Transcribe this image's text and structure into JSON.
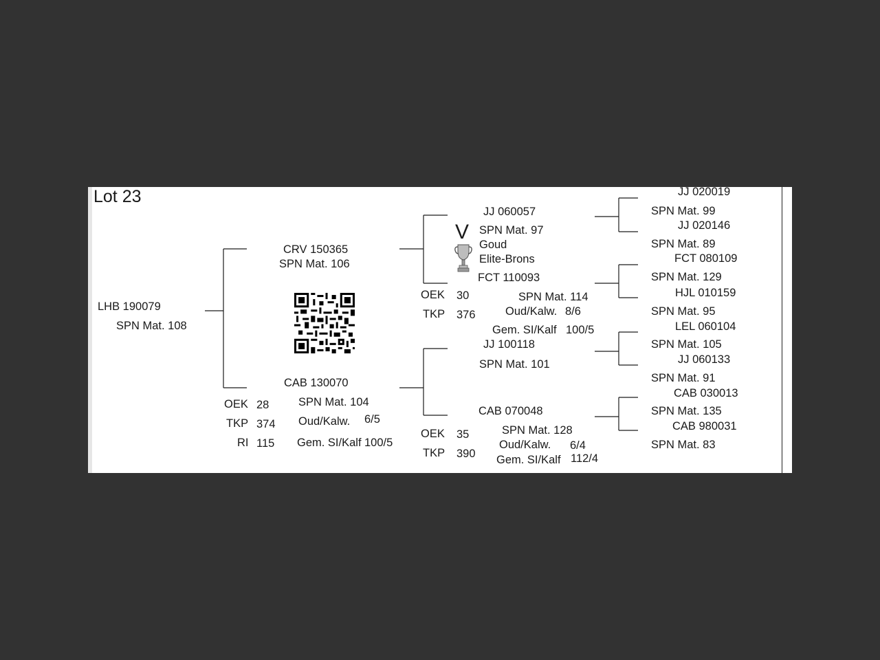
{
  "lot_title": "Lot 23",
  "animal": {
    "id": "LHB 190079",
    "mat": "SPN Mat. 108"
  },
  "sire": {
    "id": "CRV 150365",
    "mat": "SPN Mat. 106",
    "sire": {
      "id": "JJ  060057",
      "mat": "SPN Mat. 97",
      "award": "Goud",
      "class": "Elite-Brons",
      "trophy_letter": "V",
      "sire": {
        "id": "JJ  020019",
        "mat": "SPN Mat. 99"
      },
      "dam": {
        "id": "JJ  020146",
        "mat": "SPN Mat. 89"
      }
    },
    "dam": {
      "id": "FCT 110093",
      "mat": "SPN Mat. 114",
      "oek_label": "OEK",
      "oek": "30",
      "tkp_label": "TKP",
      "tkp": "376",
      "oud_label": "Oud/Kalw.",
      "oud": "8/6",
      "gem_label": "Gem. SI/Kalf",
      "gem": "100/5",
      "sire": {
        "id": "FCT 080109",
        "mat": "SPN Mat. 129"
      },
      "dam": {
        "id": "HJL 010159",
        "mat": "SPN Mat. 95"
      }
    }
  },
  "dam": {
    "id": "CAB 130070",
    "mat": "SPN Mat. 104",
    "oek_label": "OEK",
    "oek": "28",
    "tkp_label": "TKP",
    "tkp": "374",
    "ri_label": "RI",
    "ri": "115",
    "oud_label": "Oud/Kalw.",
    "oud": "6/5",
    "gem_label": "Gem. SI/Kalf",
    "gem": "100/5",
    "sire": {
      "id": "JJ  100118",
      "mat": "SPN Mat. 101",
      "sire": {
        "id": "LEL 060104",
        "mat": "SPN Mat. 105"
      },
      "dam": {
        "id": "JJ  060133",
        "mat": "SPN Mat. 91"
      }
    },
    "dam": {
      "id": "CAB 070048",
      "mat": "SPN Mat. 128",
      "oek_label": "OEK",
      "oek": "35",
      "tkp_label": "TKP",
      "tkp": "390",
      "oud_label": "Oud/Kalw.",
      "oud": "6/4",
      "gem_label": "Gem. SI/Kalf",
      "gem": "112/4",
      "sire": {
        "id": "CAB 030013",
        "mat": "SPN Mat. 135"
      },
      "dam": {
        "id": "CAB 980031",
        "mat": "SPN Mat. 83"
      }
    }
  },
  "qr_icon": "qr-code-icon",
  "trophy_icon": "trophy-icon"
}
